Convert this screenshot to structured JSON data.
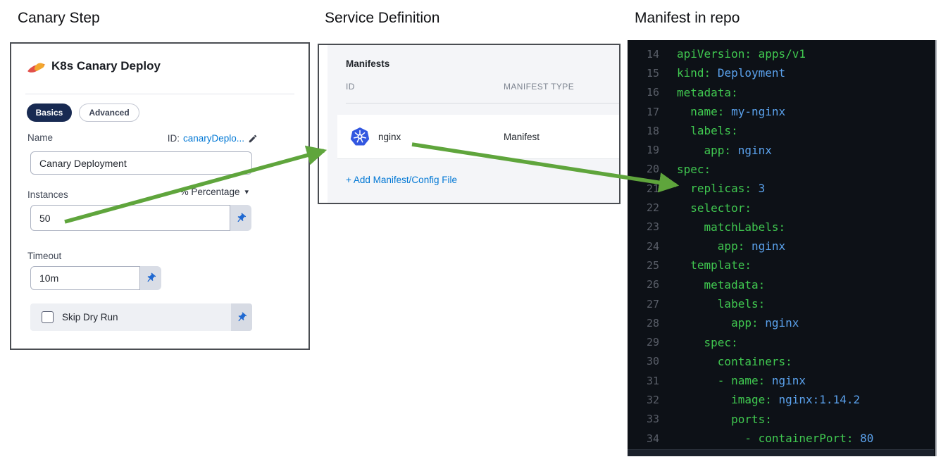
{
  "titles": {
    "canary": "Canary Step",
    "service": "Service Definition",
    "manifest": "Manifest in repo"
  },
  "canary": {
    "heading": "K8s Canary Deploy",
    "tabs": [
      {
        "label": "Basics",
        "active": true
      },
      {
        "label": "Advanced",
        "active": false
      }
    ],
    "name_label": "Name",
    "id_label": "ID:",
    "id_value": "canaryDeplo...",
    "name_value": "Canary Deployment",
    "instances_label": "Instances",
    "instances_mode": "% Percentage",
    "instances_value": "50",
    "timeout_label": "Timeout",
    "timeout_value": "10m",
    "skip_label": "Skip Dry Run",
    "skip_checked": false
  },
  "service": {
    "heading": "Manifests",
    "col_id": "ID",
    "col_type": "MANIFEST TYPE",
    "rows": [
      {
        "id": "nginx",
        "type": "Manifest"
      }
    ],
    "add_link": "+ Add Manifest/Config File"
  },
  "editor": {
    "lines": [
      {
        "n": 14,
        "i": 0,
        "k": "apiVersion:",
        "v": "apps/v1",
        "c": "g"
      },
      {
        "n": 15,
        "i": 0,
        "k": "kind:",
        "v": "Deployment",
        "c": "b"
      },
      {
        "n": 16,
        "i": 0,
        "k": "metadata:"
      },
      {
        "n": 17,
        "i": 2,
        "k": "name:",
        "v": "my-nginx",
        "c": "b"
      },
      {
        "n": 18,
        "i": 2,
        "k": "labels:"
      },
      {
        "n": 19,
        "i": 4,
        "k": "app:",
        "v": "nginx",
        "c": "b"
      },
      {
        "n": 20,
        "i": 0,
        "k": "spec:"
      },
      {
        "n": 21,
        "i": 2,
        "k": "replicas:",
        "v": "3",
        "c": "b"
      },
      {
        "n": 22,
        "i": 2,
        "k": "selector:"
      },
      {
        "n": 23,
        "i": 4,
        "k": "matchLabels:"
      },
      {
        "n": 24,
        "i": 6,
        "k": "app:",
        "v": "nginx",
        "c": "b"
      },
      {
        "n": 25,
        "i": 2,
        "k": "template:"
      },
      {
        "n": 26,
        "i": 4,
        "k": "metadata:"
      },
      {
        "n": 27,
        "i": 6,
        "k": "labels:"
      },
      {
        "n": 28,
        "i": 8,
        "k": "app:",
        "v": "nginx",
        "c": "b"
      },
      {
        "n": 29,
        "i": 4,
        "k": "spec:"
      },
      {
        "n": 30,
        "i": 6,
        "k": "containers:"
      },
      {
        "n": 31,
        "i": 6,
        "d": true,
        "k": "name:",
        "v": "nginx",
        "c": "b"
      },
      {
        "n": 32,
        "i": 8,
        "k": "image:",
        "v": "nginx:1.14.2",
        "c": "b"
      },
      {
        "n": 33,
        "i": 8,
        "k": "ports:"
      },
      {
        "n": 34,
        "i": 10,
        "d": true,
        "k": "containerPort:",
        "v": "80",
        "c": "b"
      }
    ]
  },
  "colors": {
    "arrow_green": "#5fa53c",
    "link_blue": "#0278d5",
    "pill_navy": "#182a52",
    "kubernetes_blue": "#3257e0",
    "pin_blue": "#1f68d1",
    "editor_bg": "#0d1117",
    "code_key_green": "#40c850",
    "code_value_blue": "#5ba2ed",
    "line_number_gray": "#5a5f69"
  }
}
